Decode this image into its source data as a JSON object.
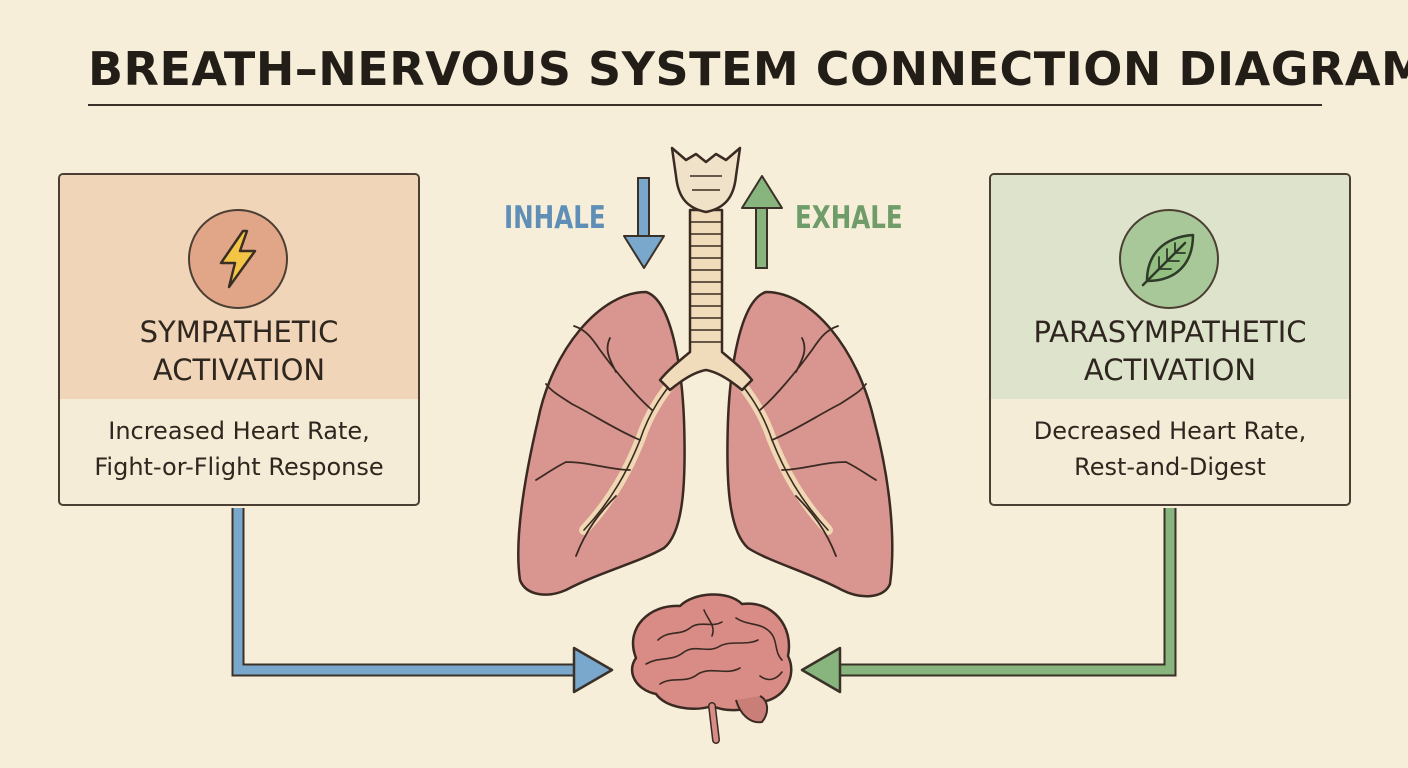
{
  "title": "BREATH–NERVOUS SYSTEM CONNECTION DIAGRAM",
  "left_panel": {
    "heading": [
      "SYMPATHETIC",
      "ACTIVATION"
    ],
    "description": [
      "Increased Heart Rate,",
      "Fight-or-Flight Response"
    ],
    "icon": "lightning-bolt-icon",
    "header_color": "#f0d5b8",
    "badge_color": "#e1a587"
  },
  "right_panel": {
    "heading": [
      "PARASYMPATHETIC",
      "ACTIVATION"
    ],
    "description": [
      "Decreased Heart Rate,",
      "Rest-and-Digest"
    ],
    "icon": "leaf-icon",
    "header_color": "#dee4cc",
    "badge_color": "#a8c89a"
  },
  "breath": {
    "inhale_label": "INHALE",
    "exhale_label": "EXHALE",
    "inhale_color": "#5f8fb6",
    "exhale_color": "#6f9c68"
  },
  "illustrations": [
    "trachea-and-lungs",
    "brain"
  ],
  "colors": {
    "background": "#f7eed9",
    "lung_fill": "#d99690",
    "brain_fill": "#d98c86",
    "connector_left": "#7aa7cc",
    "connector_right": "#88b47e"
  }
}
